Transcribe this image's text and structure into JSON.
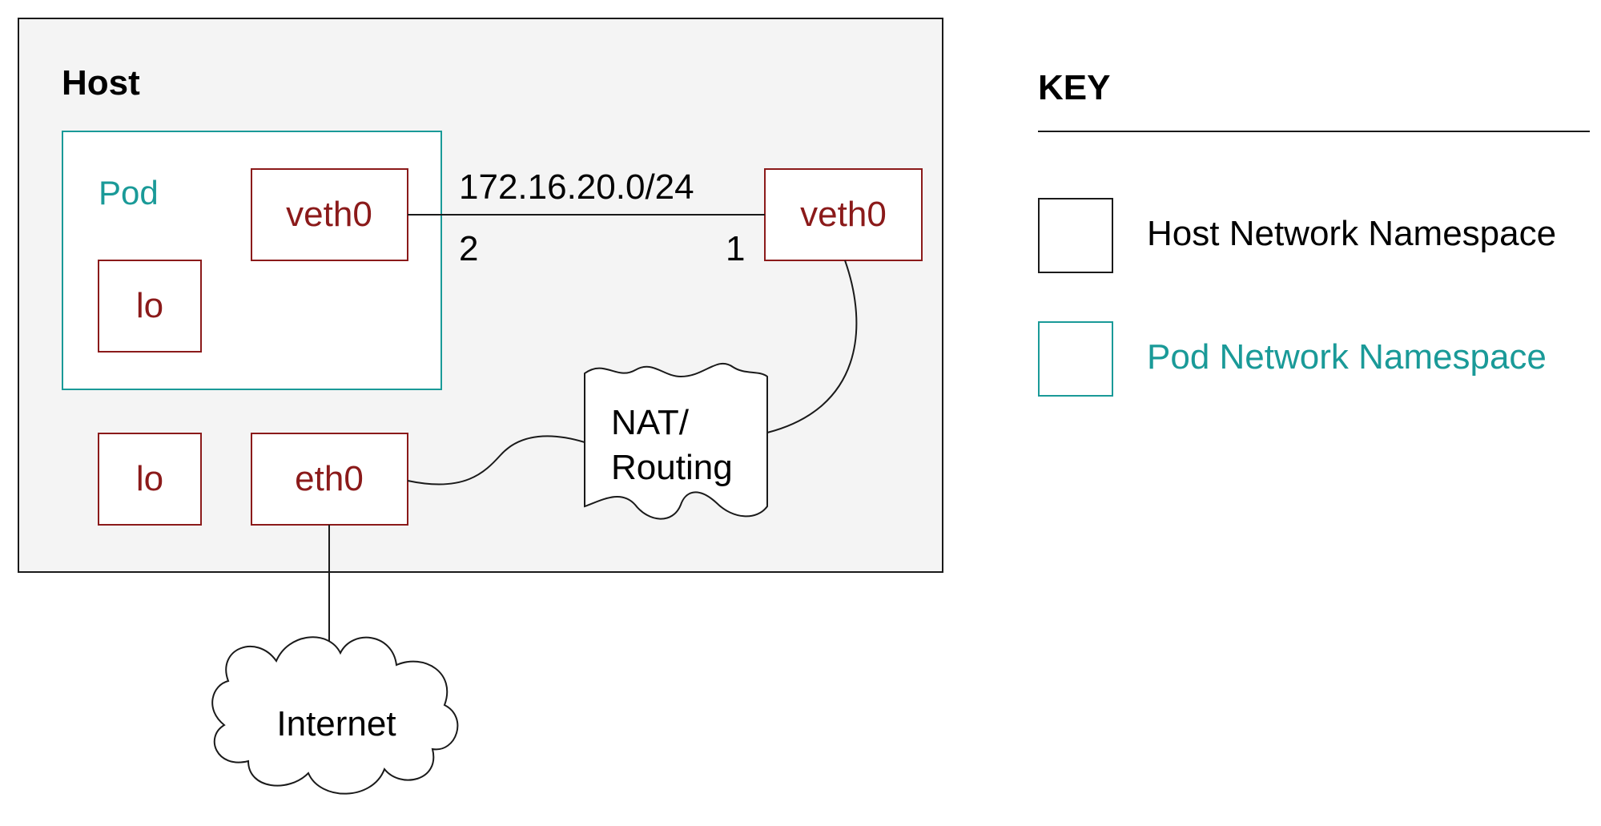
{
  "host": {
    "title": "Host"
  },
  "pod": {
    "title": "Pod",
    "veth_label": "veth0",
    "lo_label": "lo"
  },
  "host_interfaces": {
    "lo_label": "lo",
    "eth_label": "eth0",
    "veth_label": "veth0"
  },
  "link": {
    "subnet": "172.16.20.0/24",
    "pod_end": "2",
    "host_end": "1"
  },
  "nat": {
    "line1": "NAT/",
    "line2": "Routing"
  },
  "internet": {
    "label": "Internet"
  },
  "key": {
    "title": "KEY",
    "host_ns": "Host Network Namespace",
    "pod_ns": "Pod Network Namespace"
  },
  "colors": {
    "interface": "#8b1a1a",
    "pod": "#1a9a98",
    "host_fill": "#f4f4f4",
    "stroke": "#1a1a1a"
  }
}
